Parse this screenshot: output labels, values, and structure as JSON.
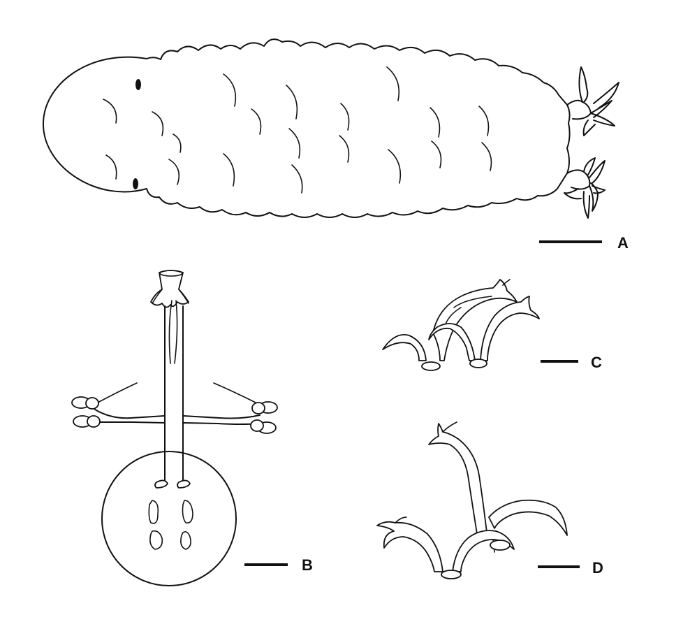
{
  "figure": {
    "panel_labels": {
      "a": "A",
      "b": "B",
      "c": "C",
      "d": "D"
    }
  }
}
